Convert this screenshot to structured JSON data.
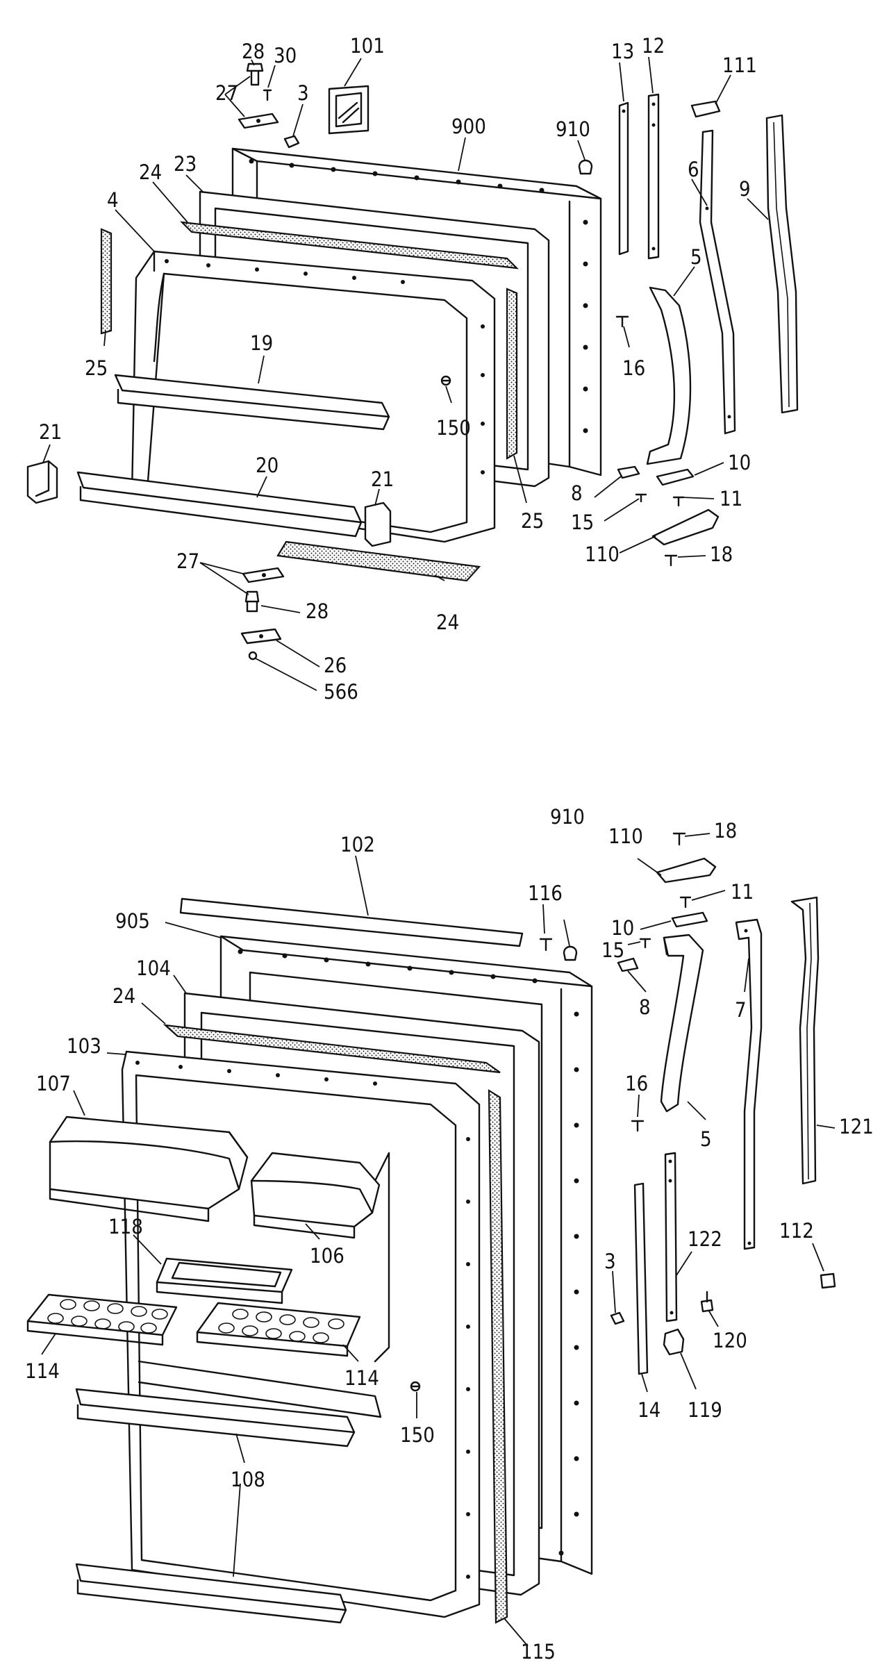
{
  "diagram": {
    "top_door_callouts": [
      "101",
      "28",
      "30",
      "27",
      "3",
      "900",
      "910",
      "13",
      "12",
      "111",
      "23",
      "24",
      "4",
      "25",
      "19",
      "6",
      "9",
      "5",
      "16",
      "150",
      "21",
      "20",
      "10",
      "8",
      "11",
      "15",
      "110",
      "18",
      "28",
      "26",
      "566",
      "27",
      "24",
      "21",
      "25"
    ],
    "bottom_door_callouts": [
      "102",
      "910",
      "116",
      "18",
      "110",
      "11",
      "905",
      "10",
      "15",
      "104",
      "24",
      "8",
      "7",
      "103",
      "107",
      "16",
      "5",
      "121",
      "118",
      "106",
      "112",
      "122",
      "3",
      "120",
      "114",
      "114",
      "14",
      "119",
      "150",
      "108",
      "115"
    ]
  },
  "labels": {
    "l101": "101",
    "l28a": "28",
    "l30": "30",
    "l27a": "27",
    "l3a": "3",
    "l900": "900",
    "l910a": "910",
    "l13": "13",
    "l12": "12",
    "l111": "111",
    "l23": "23",
    "l24a": "24",
    "l4": "4",
    "l25a": "25",
    "l19": "19",
    "l6": "6",
    "l9": "9",
    "l5a": "5",
    "l16a": "16",
    "l150a": "150",
    "l21a": "21",
    "l20": "20",
    "l21b": "21",
    "l10a": "10",
    "l8a": "8",
    "l11a": "11",
    "l15a": "15",
    "l110a": "110",
    "l18a": "18",
    "l25b": "25",
    "l27b": "27",
    "l28b": "28",
    "l24b": "24",
    "l26": "26",
    "l566": "566",
    "l102": "102",
    "l910b": "910",
    "l116": "116",
    "l18b": "18",
    "l110b": "110",
    "l11b": "11",
    "l905": "905",
    "l10b": "10",
    "l15b": "15",
    "l104": "104",
    "l24c": "24",
    "l8b": "8",
    "l7": "7",
    "l103": "103",
    "l107": "107",
    "l16b": "16",
    "l5b": "5",
    "l121": "121",
    "l118": "118",
    "l106": "106",
    "l112": "112",
    "l122": "122",
    "l3b": "3",
    "l120": "120",
    "l114a": "114",
    "l114b": "114",
    "l14": "14",
    "l119": "119",
    "l150b": "150",
    "l108": "108",
    "l115": "115"
  }
}
